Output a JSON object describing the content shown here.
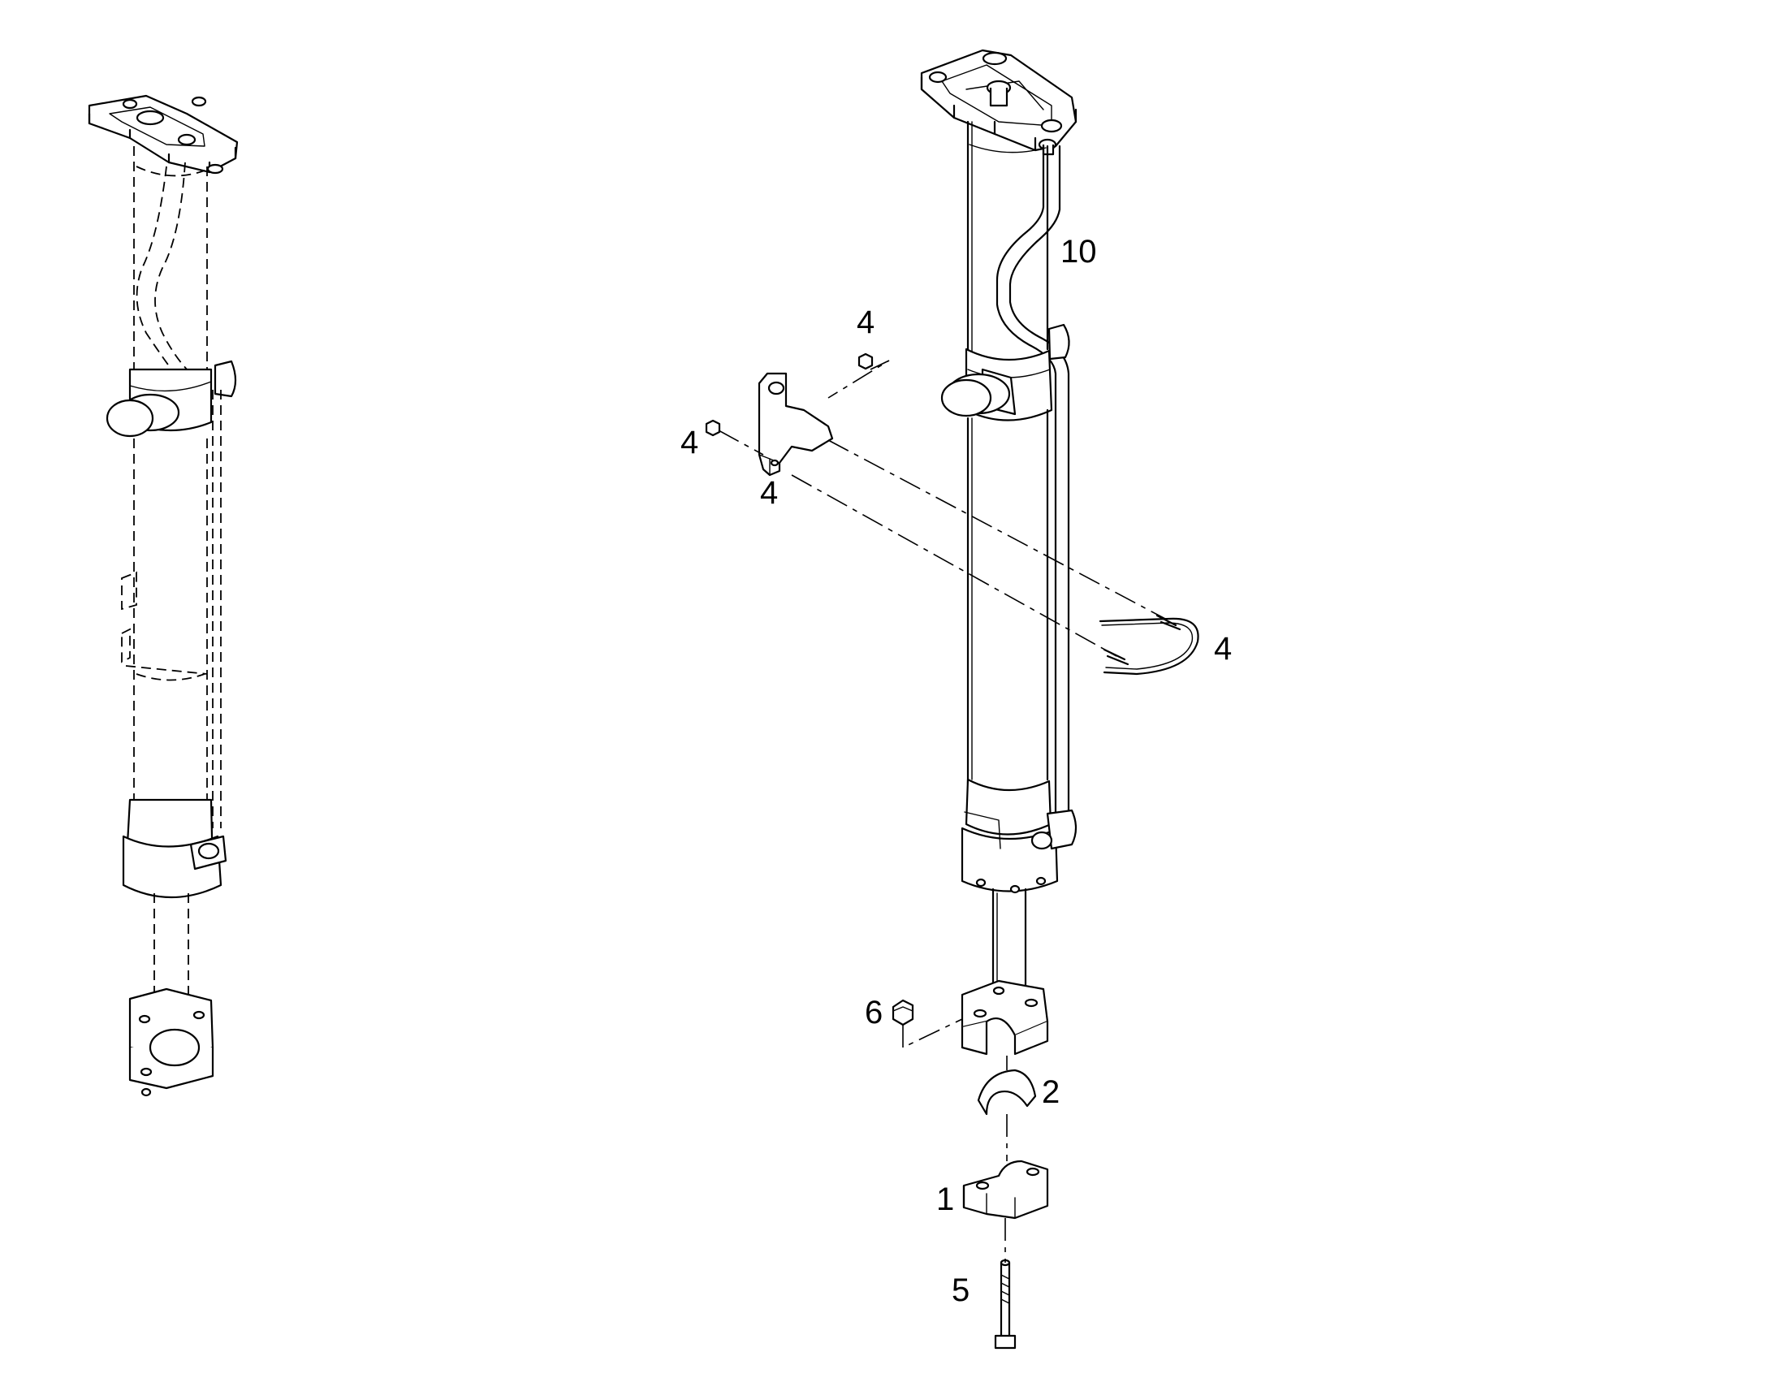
{
  "callouts": {
    "c10": "10",
    "c4_upper": "4",
    "c4_left": "4",
    "c4_under": "4",
    "c4_right": "4",
    "c6": "6",
    "c2": "2",
    "c1": "1",
    "c5": "5"
  }
}
